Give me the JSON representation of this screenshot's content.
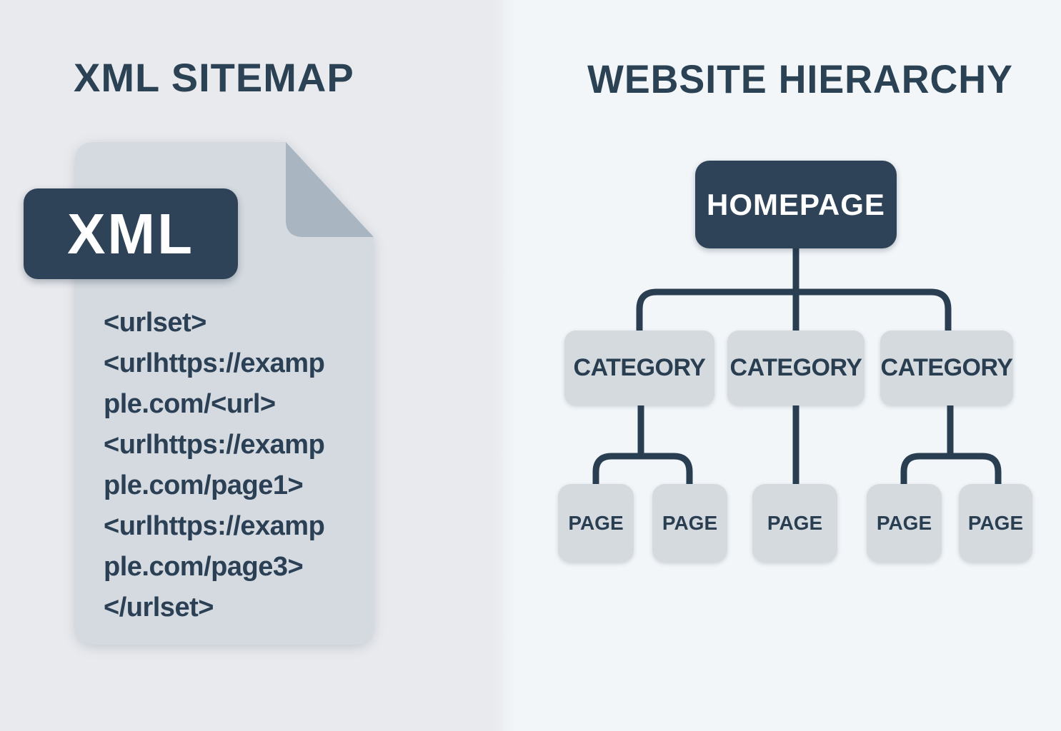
{
  "left_panel": {
    "title": "XML SITEMAP",
    "file_badge_label": "XML",
    "code_lines": [
      "<urlset>",
      "<urlhttps://examp",
      "ple.com/<url>",
      "<urlhttps://examp",
      "ple.com/page1>",
      "<urlhttps://examp",
      "ple.com/page3>",
      "</urlset>"
    ]
  },
  "right_panel": {
    "title": "WEBSITE HIERARCHY",
    "root_label": "HOMEPAGE",
    "categories": [
      {
        "label": "CATEGORY"
      },
      {
        "label": "CATEGORY"
      },
      {
        "label": "CATEGORY"
      }
    ],
    "pages": [
      {
        "label": "PAGE",
        "parent": "category-1"
      },
      {
        "label": "PAGE",
        "parent": "category-1"
      },
      {
        "label": "PAGE",
        "parent": "category-2"
      },
      {
        "label": "PAGE",
        "parent": "category-3"
      },
      {
        "label": "PAGE",
        "parent": "category-3"
      }
    ]
  },
  "colors": {
    "navy": "#2e4357",
    "text_navy": "#2b4154",
    "node_gray": "#d5dadf",
    "document_fill": "#d4dae0",
    "document_fold": "#a9b5c1",
    "connector": "#2a3e52",
    "background_left": "#e8eaee",
    "background_right": "#f2f6f9"
  }
}
